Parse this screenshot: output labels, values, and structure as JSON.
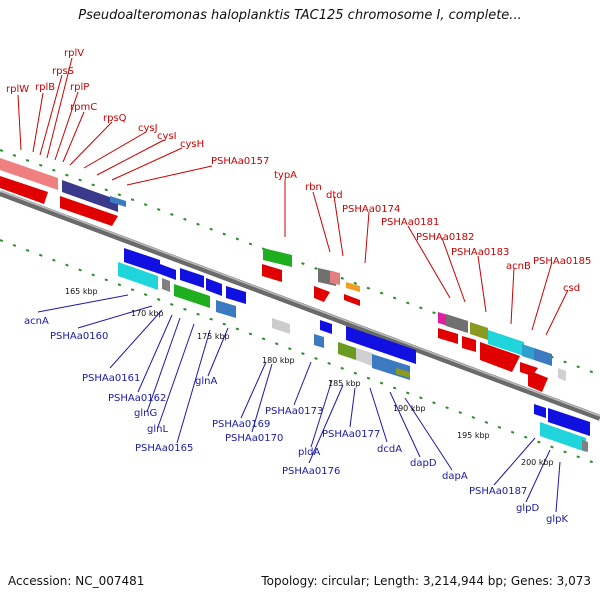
{
  "title": "Pseudoalteromonas haloplanktis TAC125 chromosome I, complete...",
  "accession": "Accession: NC_007481",
  "topology": "Topology: circular; Length: 3,214,944 bp; Genes: 3,073",
  "colors": {
    "label_forward": "#cc0000",
    "label_reverse": "#1a1aa8",
    "backbone": "#808080",
    "tick_green": "#2c8c2c"
  },
  "scale_labels": [
    "165 kbp",
    "170 kbp",
    "175 kbp",
    "180 kbp",
    "185 kbp",
    "190 kbp",
    "195 kbp",
    "200 kbp"
  ],
  "forward_labels": [
    "rplW",
    "rplB",
    "rpsS",
    "rplV",
    "rplP",
    "rpmC",
    "rpsQ",
    "cysJ",
    "cysI",
    "cysH",
    "PSHAa0157",
    "typA",
    "rbn",
    "dtd",
    "PSHAa0174",
    "PSHAa0181",
    "PSHAa0182",
    "PSHAa0183",
    "acnB",
    "PSHAa0185",
    "csd"
  ],
  "reverse_labels": [
    "acnA",
    "PSHAa0160",
    "PSHAa0161",
    "PSHAa0162",
    "glnG",
    "glnL",
    "PSHAa0165",
    "glnA",
    "PSHAa0169",
    "PSHAa0170",
    "PSHAa0173",
    "pldA",
    "PSHAa0176",
    "PSHAa0177",
    "dcdA",
    "dapD",
    "dapA",
    "PSHAa0187",
    "glpD",
    "glpK"
  ]
}
